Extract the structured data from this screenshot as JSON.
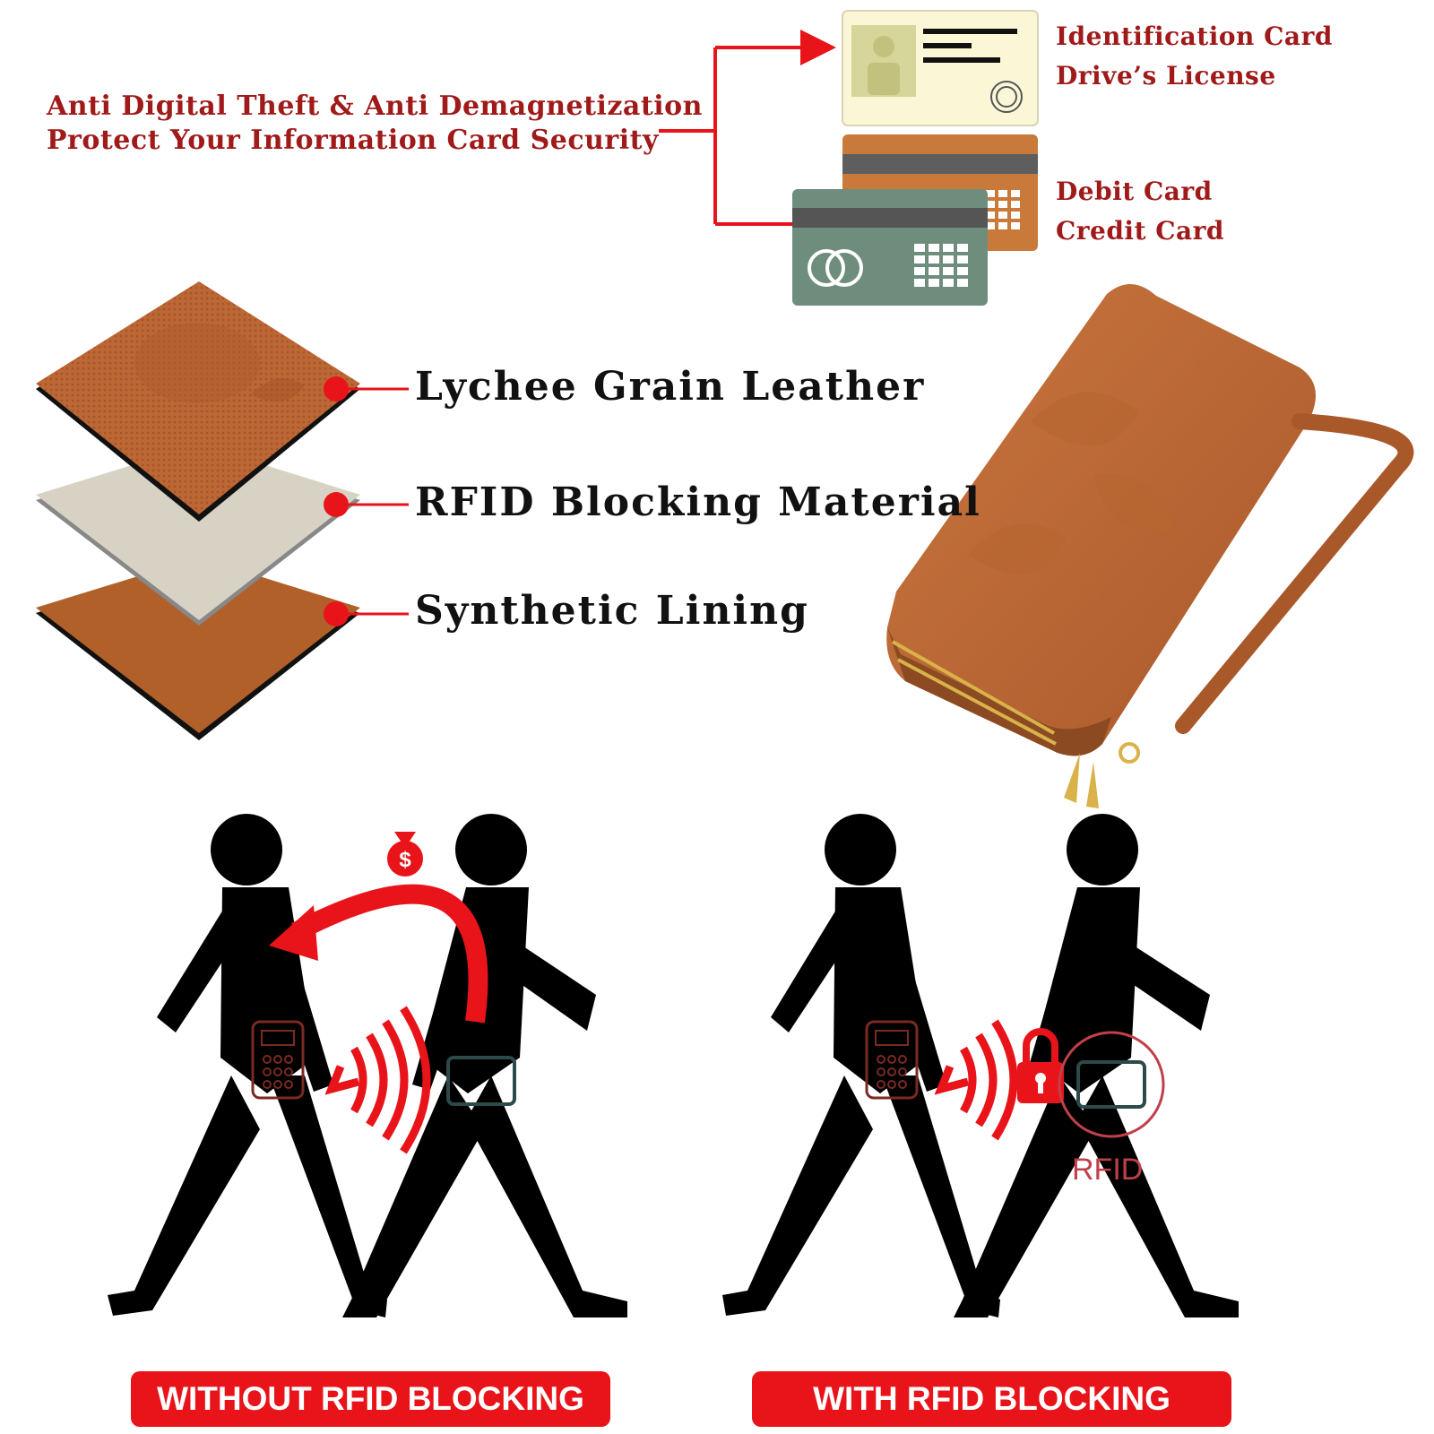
{
  "headline": {
    "line1": "Anti Digital Theft & Anti Demagnetization",
    "line2": "Protect Your Information Card Security"
  },
  "cards": {
    "id_label_1": "Identification Card",
    "id_label_2": "Drive’s License",
    "bank_label_1": "Debit Card",
    "bank_label_2": "Credit Card"
  },
  "layers": [
    {
      "label": "Lychee Grain Leather"
    },
    {
      "label": "RFID Blocking Material"
    },
    {
      "label": "Synthetic Lining"
    }
  ],
  "scenes": {
    "without_label": "WITHOUT RFID BLOCKING",
    "with_label": "WITH RFID BLOCKING",
    "rfid_mark": "RFID"
  },
  "colors": {
    "accent_red": "#e8141a",
    "dark_red_text": "#a01a1a",
    "leather_brown": "#b8612e",
    "silhouette": "#000000"
  }
}
